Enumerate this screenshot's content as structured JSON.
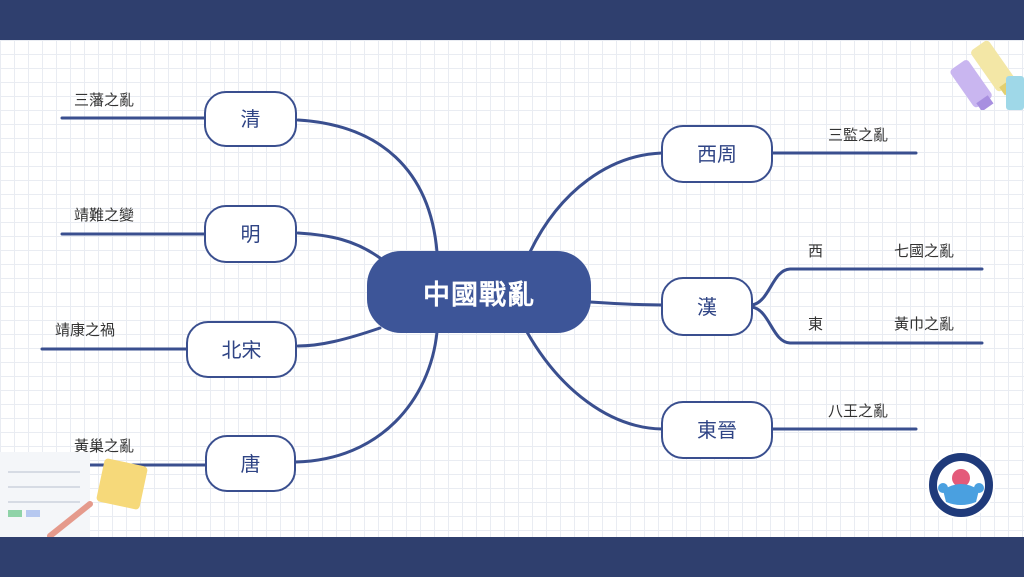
{
  "center": {
    "title": "中國戰亂"
  },
  "left_branches": [
    {
      "node": "清",
      "leaf": "三藩之亂"
    },
    {
      "node": "明",
      "leaf": "靖難之變"
    },
    {
      "node": "北宋",
      "leaf": "靖康之禍"
    },
    {
      "node": "唐",
      "leaf": "黃巢之亂"
    }
  ],
  "right_branches": [
    {
      "node": "西周",
      "leaf": "三監之亂"
    },
    {
      "node": "漢",
      "sub": [
        {
          "label": "西",
          "leaf": "七國之亂"
        },
        {
          "label": "東",
          "leaf": "黃巾之亂"
        }
      ]
    },
    {
      "node": "東晉",
      "leaf": "八王之亂"
    }
  ],
  "colors": {
    "band": "#2f3f6e",
    "line": "#3a4f8f",
    "center_fill": "#3d5598",
    "node_text": "#2f4485"
  },
  "icons": {
    "logo": "muscle-brain-badge-icon",
    "decor_top_right": "highlighter-pens-icon",
    "decor_bottom_left": "notebook-sticky-notes-icon"
  }
}
